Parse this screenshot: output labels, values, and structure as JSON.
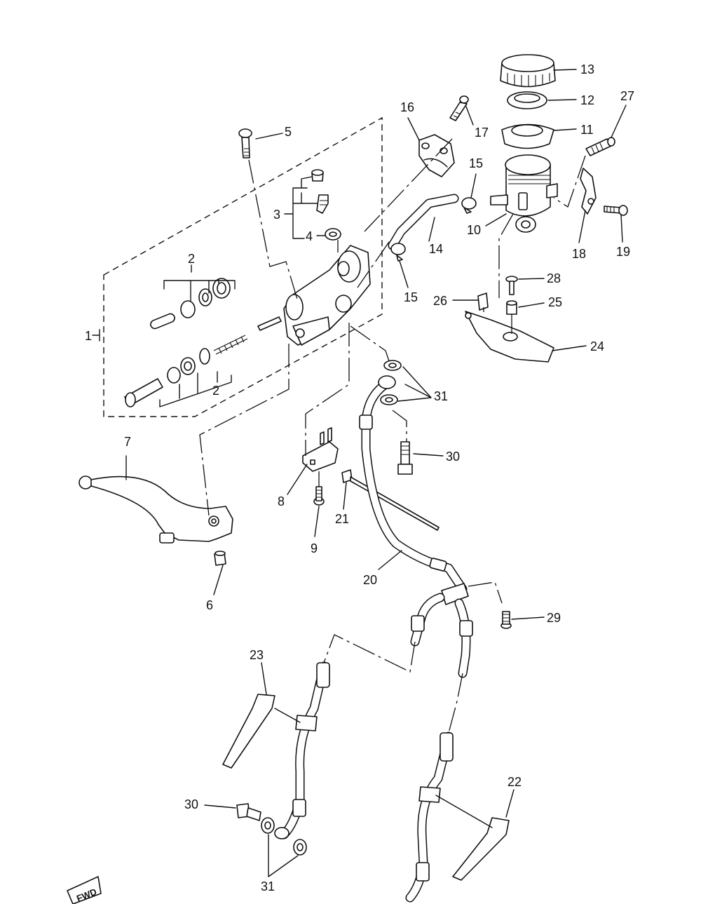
{
  "callouts": [
    {
      "id": "c1",
      "text": "1"
    },
    {
      "id": "c2a",
      "text": "2"
    },
    {
      "id": "c2b",
      "text": "2"
    },
    {
      "id": "c3",
      "text": "3"
    },
    {
      "id": "c4",
      "text": "4"
    },
    {
      "id": "c5",
      "text": "5"
    },
    {
      "id": "c6",
      "text": "6"
    },
    {
      "id": "c7",
      "text": "7"
    },
    {
      "id": "c8",
      "text": "8"
    },
    {
      "id": "c9",
      "text": "9"
    },
    {
      "id": "c10",
      "text": "10"
    },
    {
      "id": "c11",
      "text": "11"
    },
    {
      "id": "c12",
      "text": "12"
    },
    {
      "id": "c13",
      "text": "13"
    },
    {
      "id": "c14",
      "text": "14"
    },
    {
      "id": "c15a",
      "text": "15"
    },
    {
      "id": "c15b",
      "text": "15"
    },
    {
      "id": "c16",
      "text": "16"
    },
    {
      "id": "c17",
      "text": "17"
    },
    {
      "id": "c18",
      "text": "18"
    },
    {
      "id": "c19",
      "text": "19"
    },
    {
      "id": "c20",
      "text": "20"
    },
    {
      "id": "c21",
      "text": "21"
    },
    {
      "id": "c22",
      "text": "22"
    },
    {
      "id": "c23",
      "text": "23"
    },
    {
      "id": "c24",
      "text": "24"
    },
    {
      "id": "c25",
      "text": "25"
    },
    {
      "id": "c26",
      "text": "26"
    },
    {
      "id": "c27",
      "text": "27"
    },
    {
      "id": "c28",
      "text": "28"
    },
    {
      "id": "c29",
      "text": "29"
    },
    {
      "id": "c30a",
      "text": "30"
    },
    {
      "id": "c30b",
      "text": "30"
    },
    {
      "id": "c31a",
      "text": "31"
    },
    {
      "id": "c31b",
      "text": "31"
    }
  ],
  "fwd_marker": {
    "text": "FWD"
  }
}
